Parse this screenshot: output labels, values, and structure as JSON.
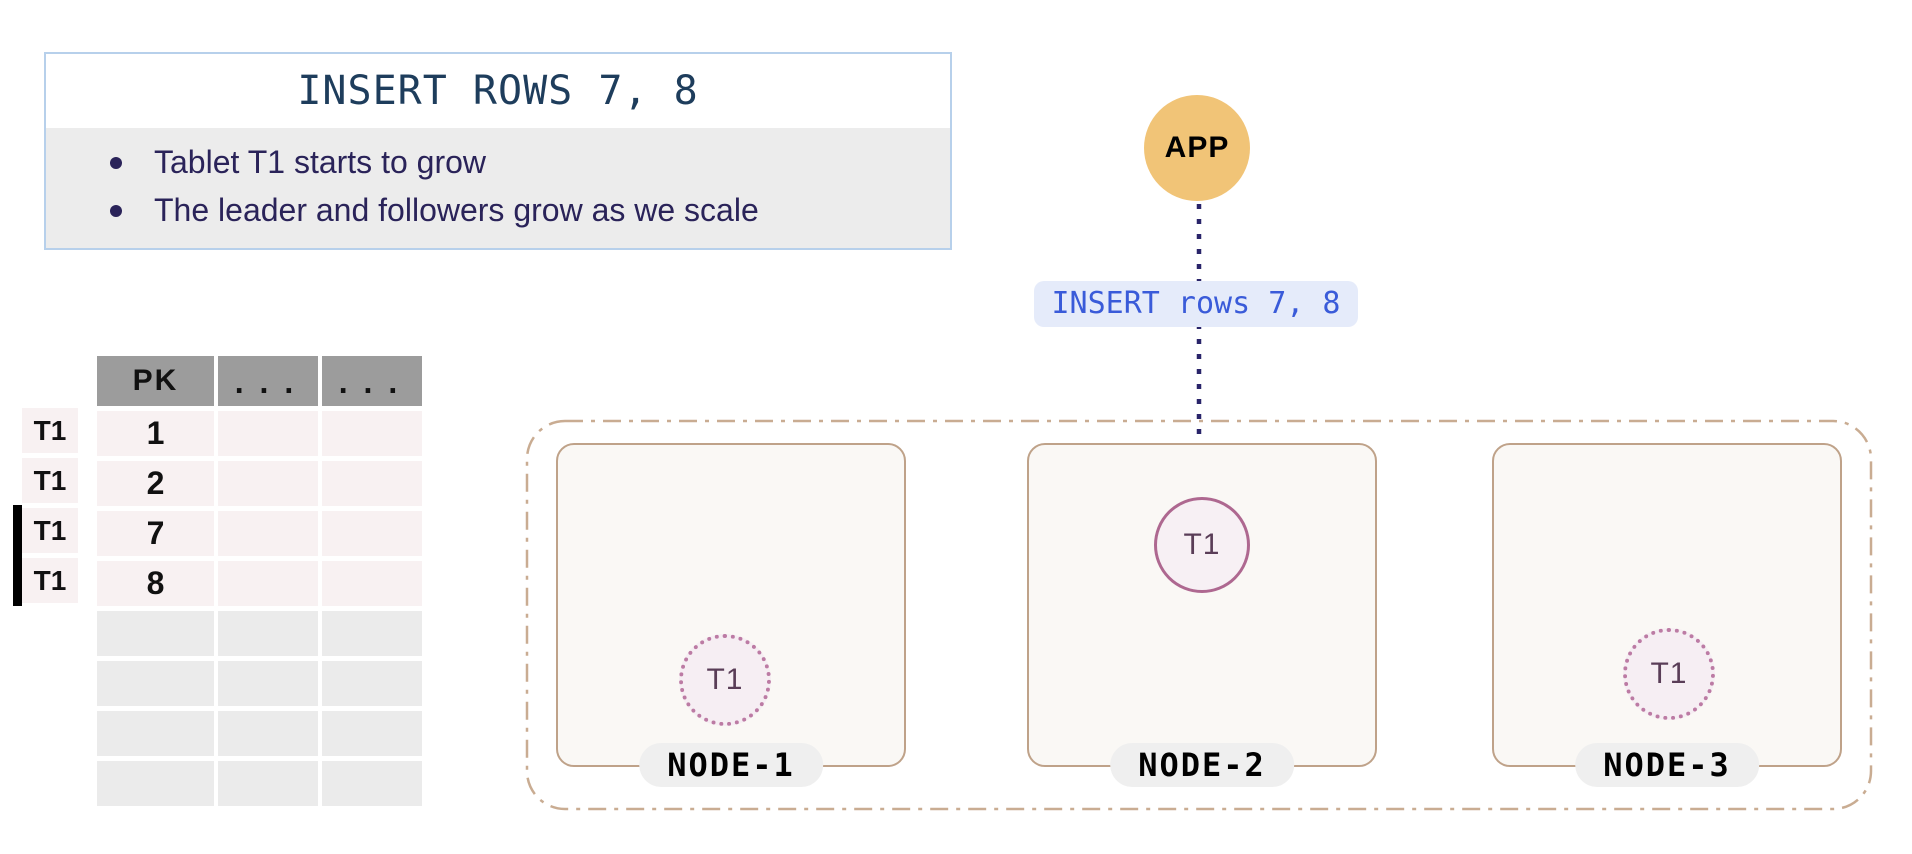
{
  "info_box": {
    "title": "INSERT ROWS 7, 8",
    "bullets": [
      "Tablet T1 starts to grow",
      "The leader and followers grow as we scale"
    ]
  },
  "app_node": {
    "label": "APP"
  },
  "query_pill": {
    "label": "INSERT rows 7, 8"
  },
  "table": {
    "columns": [
      "PK",
      "...",
      "..."
    ],
    "rows": [
      {
        "tablet": "T1",
        "is_new": false,
        "cells": [
          "1",
          "",
          ""
        ]
      },
      {
        "tablet": "T1",
        "is_new": false,
        "cells": [
          "2",
          "",
          ""
        ]
      },
      {
        "tablet": "T1",
        "is_new": true,
        "cells": [
          "7",
          "",
          ""
        ]
      },
      {
        "tablet": "T1",
        "is_new": true,
        "cells": [
          "8",
          "",
          ""
        ]
      },
      {
        "tablet": "",
        "is_new": false,
        "cells": [
          "",
          "",
          ""
        ]
      },
      {
        "tablet": "",
        "is_new": false,
        "cells": [
          "",
          "",
          ""
        ]
      },
      {
        "tablet": "",
        "is_new": false,
        "cells": [
          "",
          "",
          ""
        ]
      },
      {
        "tablet": "",
        "is_new": false,
        "cells": [
          "",
          "",
          ""
        ]
      }
    ]
  },
  "cluster": {
    "nodes": [
      {
        "name": "NODE-1",
        "tablet": {
          "label": "T1",
          "role": "follower"
        }
      },
      {
        "name": "NODE-2",
        "tablet": {
          "label": "T1",
          "role": "leader"
        }
      },
      {
        "name": "NODE-3",
        "tablet": {
          "label": "T1",
          "role": "follower"
        }
      }
    ]
  },
  "colors": {
    "title_text": "#1e3d5c",
    "bullet_text": "#2a2359",
    "info_border": "#b7d0eb",
    "bullet_bg": "#ececec",
    "table_header_bg": "#9c9c9c",
    "row_filled_bg": "#f8f1f2",
    "row_empty_bg": "#ebebeb",
    "app_bg": "#f1c477",
    "query_pill_bg": "#e5ebfa",
    "query_pill_text": "#3a5bd9",
    "arrow": "#29246a",
    "cluster_border": "#c9ac92",
    "node_border": "#bfa289",
    "node_bg": "#faf8f5",
    "leader_border": "#ae6890",
    "follower_border": "#bc7ba4",
    "tablet_bg": "#f6eef3",
    "tablet_text": "#5a3d57"
  }
}
